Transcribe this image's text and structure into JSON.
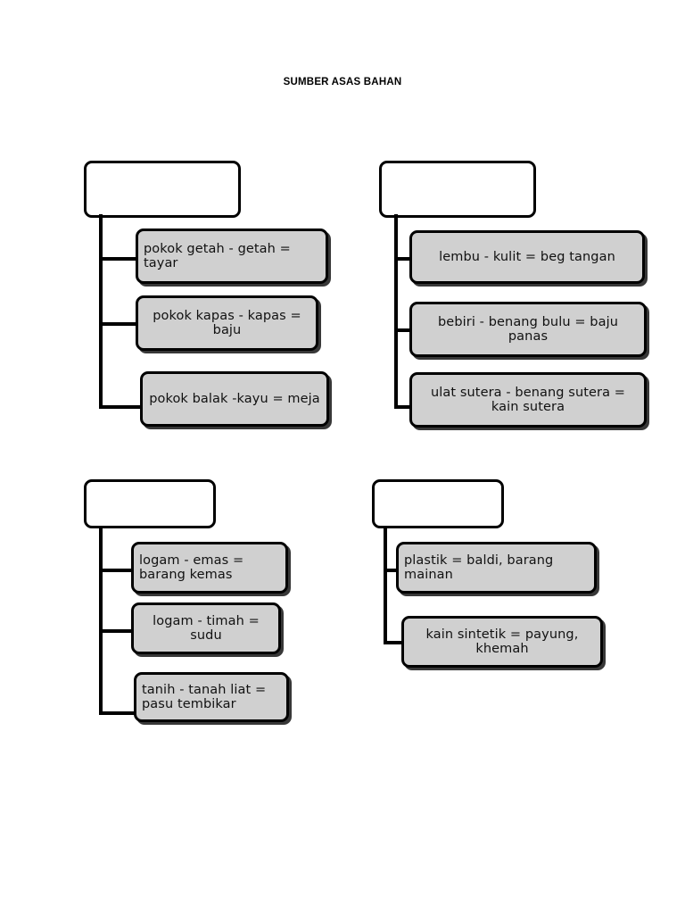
{
  "page": {
    "title": "SUMBER ASAS BAHAN",
    "background_color": "#ffffff",
    "line_color": "#000000",
    "child_fill_color": "#d0d0d0",
    "parent_fill_color": "#ffffff"
  },
  "diagram": {
    "type": "tree",
    "groups": [
      {
        "id": "group-1",
        "parent_label": "",
        "children": [
          {
            "text": "pokok getah - getah = tayar"
          },
          {
            "text": "pokok kapas - kapas = baju"
          },
          {
            "text": "pokok balak -kayu = meja"
          }
        ]
      },
      {
        "id": "group-2",
        "parent_label": "",
        "children": [
          {
            "text": "lembu - kulit = beg tangan"
          },
          {
            "text": "bebiri - benang bulu = baju panas"
          },
          {
            "text": "ulat sutera - benang sutera = kain sutera"
          }
        ]
      },
      {
        "id": "group-3",
        "parent_label": "",
        "children": [
          {
            "text": "logam - emas = barang kemas"
          },
          {
            "text": "logam - timah = sudu"
          },
          {
            "text": "tanih - tanah liat = pasu tembikar"
          }
        ]
      },
      {
        "id": "group-4",
        "parent_label": "",
        "children": [
          {
            "text": "plastik = baldi, barang mainan"
          },
          {
            "text": "kain sintetik = payung, khemah"
          }
        ]
      }
    ]
  }
}
